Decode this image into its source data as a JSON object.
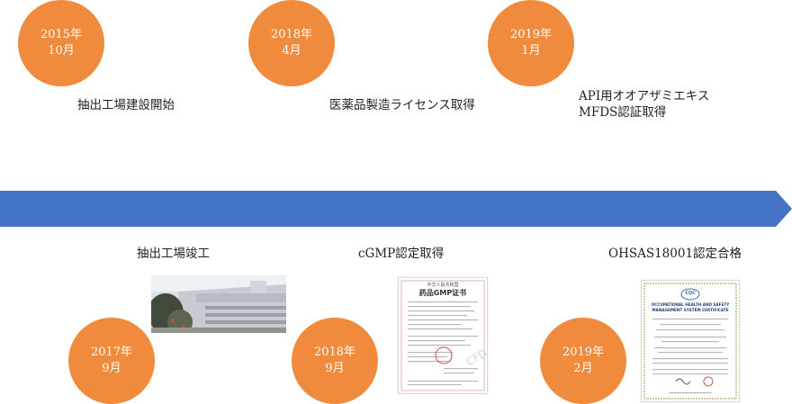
{
  "colors": {
    "milestone": "#f08a3c",
    "timeline": "#4472c4",
    "text": "#222222"
  },
  "top_events": [
    {
      "year": "2015年",
      "month": "10月",
      "label": "抽出工場建設開始"
    },
    {
      "year": "2018年",
      "month": "4月",
      "label": "医薬品製造ライセンス取得"
    },
    {
      "year": "2019年",
      "month": "1月",
      "label": "API用オオアザミエキス\nMFDS認証取得"
    }
  ],
  "bottom_events": [
    {
      "year": "2017年",
      "month": "9月",
      "label": "抽出工場竣工",
      "image": "factory-photo"
    },
    {
      "year": "2018年",
      "month": "9月",
      "label": "cGMP認定取得",
      "image": "gmp-certificate"
    },
    {
      "year": "2019年",
      "month": "2月",
      "label": "OHSAS18001認定合格",
      "image": "ohsas-certificate"
    }
  ],
  "gmp_certificate": {
    "header": "中华人民共和国",
    "title": "药品GMP证书"
  },
  "ohsas_certificate": {
    "logo": "CQC",
    "title": "OCCUPATIONAL HEALTH AND SAFETY MANAGEMENT SYSTEM CERTIFICATE"
  }
}
